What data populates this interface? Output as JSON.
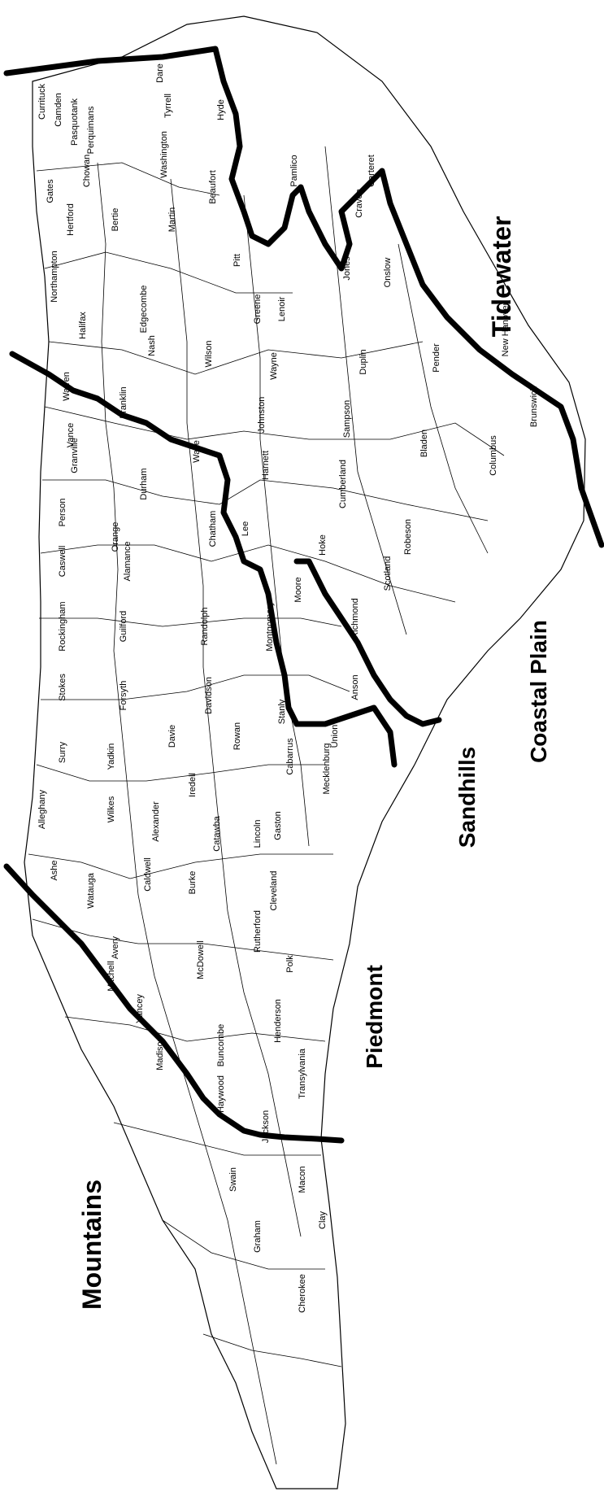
{
  "regions": {
    "tidewater": "Tidewater",
    "coastal_plain": "Coastal Plain",
    "sandhills": "Sandhills",
    "piedmont": "Piedmont",
    "mountains": "Mountains"
  },
  "counties": [
    "Currituck",
    "Camden",
    "Pasquotank",
    "Perquimans",
    "Chowan",
    "Gates",
    "Hertford",
    "Bertie",
    "Dare",
    "Tyrrell",
    "Washington",
    "Hyde",
    "Beaufort",
    "Martin",
    "Pamlico",
    "Craven",
    "Carteret",
    "Onslow",
    "Jones",
    "Pitt",
    "Northampton",
    "Halifax",
    "Edgecombe",
    "Greene",
    "Lenoir",
    "Nash",
    "Wilson",
    "Wayne",
    "Duplin",
    "Pender",
    "New Hanover",
    "Brunswick",
    "Warren",
    "Vance",
    "Franklin",
    "Johnston",
    "Sampson",
    "Bladen",
    "Columbus",
    "Granville",
    "Wake",
    "Harnett",
    "Cumberland",
    "Durham",
    "Person",
    "Orange",
    "Chatham",
    "Lee",
    "Hoke",
    "Robeson",
    "Scotland",
    "Moore",
    "Caswell",
    "Alamance",
    "Rockingham",
    "Guilford",
    "Randolph",
    "Montgomery",
    "Richmond",
    "Anson",
    "Stokes",
    "Forsyth",
    "Davidson",
    "Stanly",
    "Union",
    "Surry",
    "Yadkin",
    "Davie",
    "Rowan",
    "Cabarrus",
    "Mecklenburg",
    "Iredell",
    "Alleghany",
    "Wilkes",
    "Alexander",
    "Catawba",
    "Lincoln",
    "Gaston",
    "Ashe",
    "Watauga",
    "Caldwell",
    "Burke",
    "Cleveland",
    "Avery",
    "Mitchell",
    "McDowell",
    "Rutherford",
    "Polk",
    "Yancey",
    "Madison",
    "Buncombe",
    "Henderson",
    "Transylvania",
    "Haywood",
    "Jackson",
    "Swain",
    "Macon",
    "Graham",
    "Clay",
    "Cherokee"
  ]
}
